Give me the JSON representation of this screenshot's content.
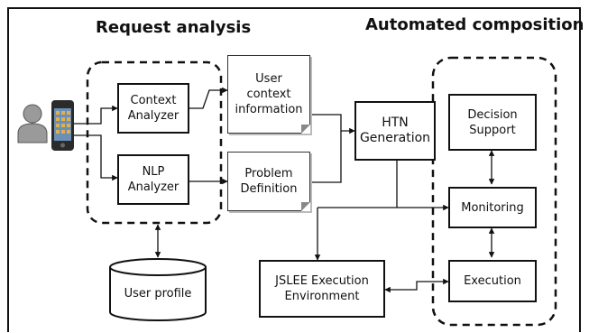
{
  "titles": {
    "request_analysis": "Request analysis",
    "automated_composition": "Automated composition"
  },
  "nodes": {
    "context_analyzer": "Context\nAnalyzer",
    "nlp_analyzer": "NLP\nAnalyzer",
    "user_context_info": "User\ncontext\ninformation",
    "problem_definition": "Problem\nDefinition",
    "htn_generation": "HTN\nGeneration",
    "decision_support": "Decision\nSupport",
    "monitoring": "Monitoring",
    "execution": "Execution",
    "jslee": "JSLEE Execution\nEnvironment",
    "user_profile": "User profile"
  },
  "icons": {
    "user": "user-icon",
    "phone": "smartphone-icon",
    "database": "database-icon"
  },
  "colors": {
    "line": "#111111",
    "user_icon": "#9a9a9a",
    "phone_body": "#2b2b2b"
  }
}
